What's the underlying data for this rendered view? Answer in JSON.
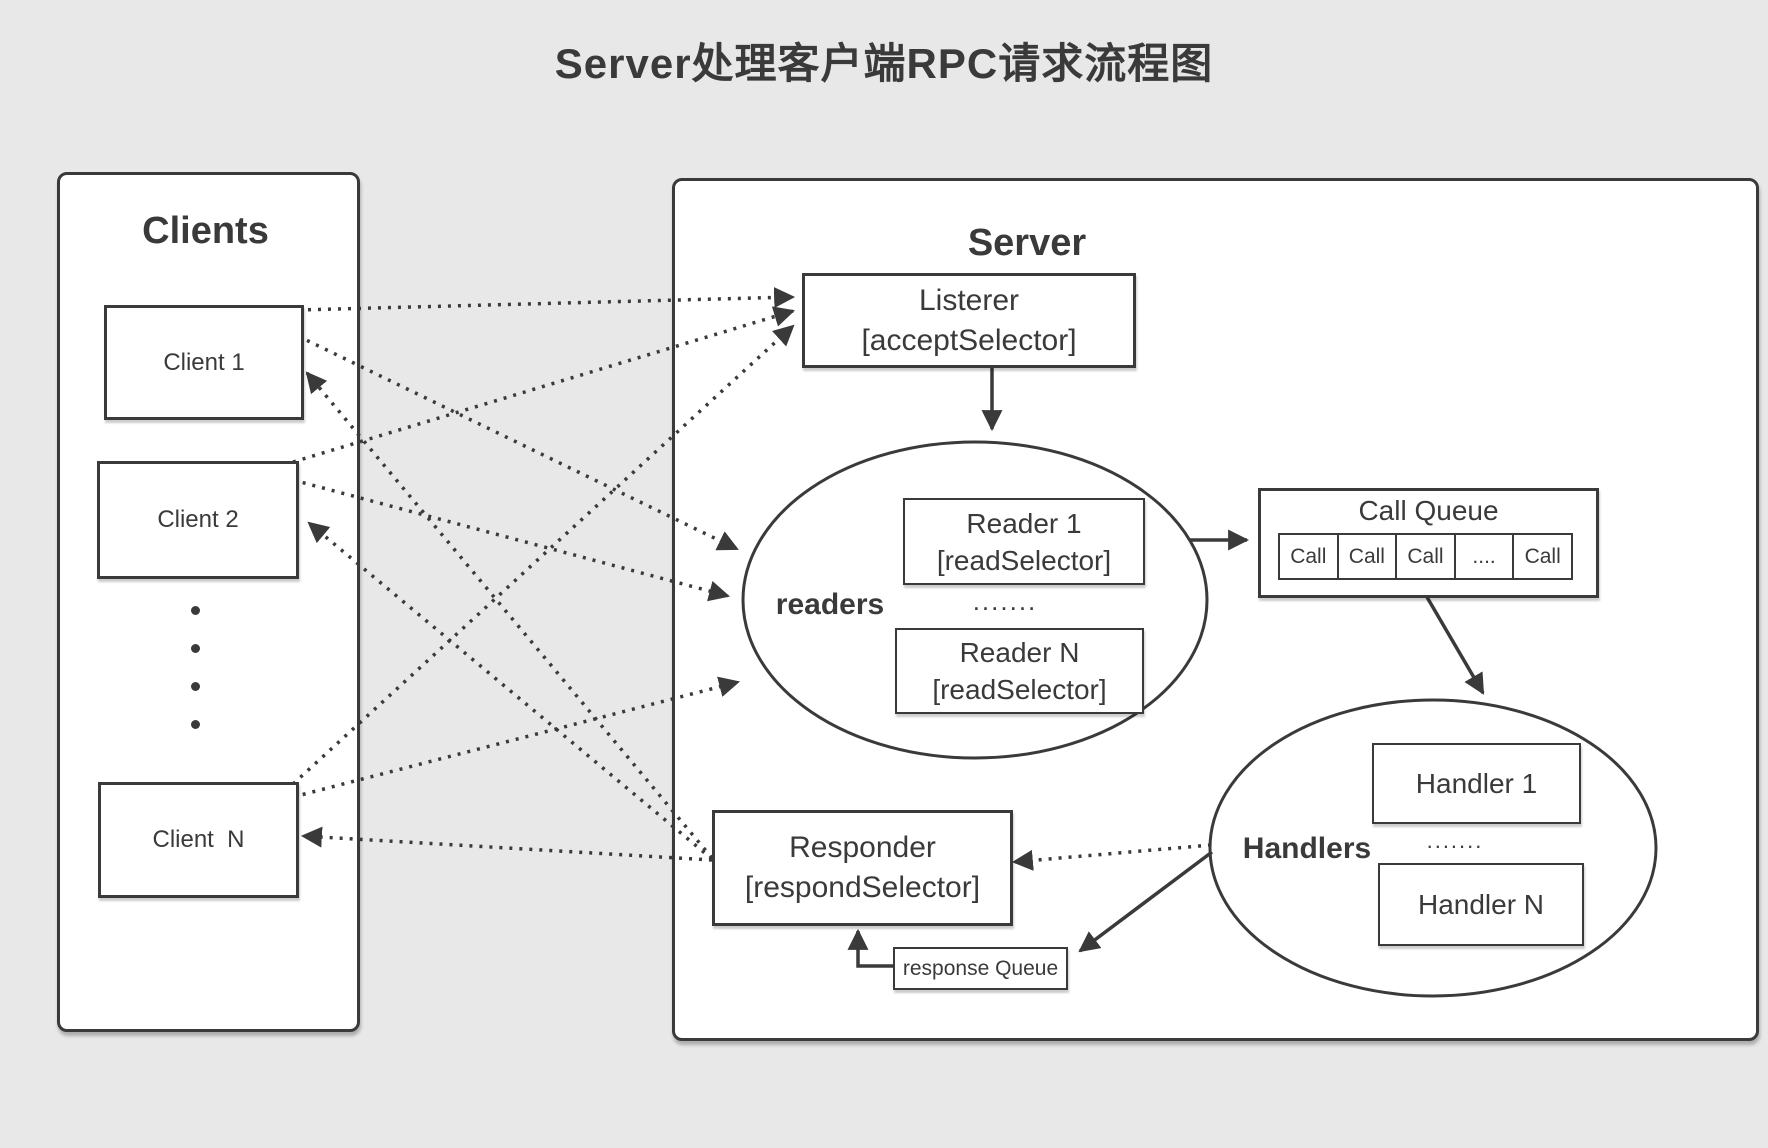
{
  "title": "Server处理客户端RPC请求流程图",
  "colors": {
    "ink": "#3a3a3a",
    "background": "#e8e8e8",
    "box_fill": "#ffffff"
  },
  "clients_panel": {
    "heading": "Clients",
    "client1": "Client 1",
    "client2": "Client 2",
    "clientN": "Client  N"
  },
  "server_panel": {
    "heading": "Server",
    "listener": {
      "line1": "Listerer",
      "line2": "[acceptSelector]"
    },
    "readers_group": {
      "label": "readers",
      "reader1": {
        "line1": "Reader 1",
        "line2": "[readSelector]"
      },
      "ellipsis": ".......",
      "readerN": {
        "line1": "Reader N",
        "line2": "[readSelector]"
      }
    },
    "call_queue": {
      "title": "Call Queue",
      "cells": [
        "Call",
        "Call",
        "Call",
        "....",
        "Call"
      ]
    },
    "handlers_group": {
      "label": "Handlers",
      "handler1": "Handler 1",
      "ellipsis": ".......",
      "handlerN": "Handler N"
    },
    "responder": {
      "line1": "Responder",
      "line2": "[respondSelector]"
    },
    "response_queue": "response Queue"
  }
}
